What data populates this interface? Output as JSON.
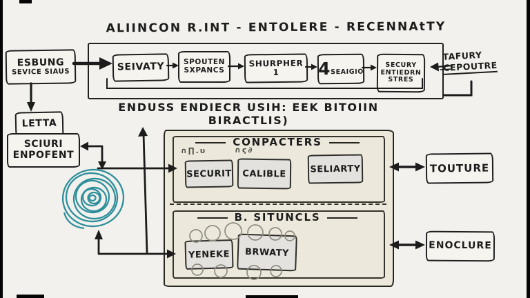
{
  "title": "ALIINCON R.INT - ENTOLERE - RECENNAtTY",
  "subtitle": "ENDUSS ENDIECR USIH: EEK BITOIIN BIRACTLIS)",
  "source_box": {
    "line1": "ESBUNG",
    "line2": "SEVICE SIAUS"
  },
  "pipeline": {
    "step1": "SEIVATY",
    "step2": "SPOUTEN\nSXPANCS",
    "step3": "SHURPHER\n1",
    "step4_prefix": "4",
    "step4": "SEAIGIO",
    "step5": "SECURY\nENTIEDRN\nSTRES"
  },
  "side_note": {
    "line1": "TAFURY",
    "line2": "CEPOUTRE"
  },
  "left_stack": {
    "top": "LETTA",
    "bottom": "SCIURI\nENPOFENT"
  },
  "center": {
    "section_a": {
      "header": "CONPACTERS",
      "scribble1": "∩∏.υ",
      "scribble2": "∩ϛ∂",
      "boxes": [
        "SECURIT",
        "CALIBLE",
        "SELIARTY"
      ]
    },
    "section_b": {
      "header": "B. SITUNCLS",
      "boxes": [
        "YENEKE",
        "BRWATY"
      ]
    }
  },
  "right_boxes": {
    "top": "TOUTURE",
    "bottom": "ENOCLURE"
  },
  "colors": {
    "ink": "#1c1c1c",
    "teal": "#2e8f9b",
    "canvas": "#f2f1ed",
    "panel": "#ece9dc"
  }
}
